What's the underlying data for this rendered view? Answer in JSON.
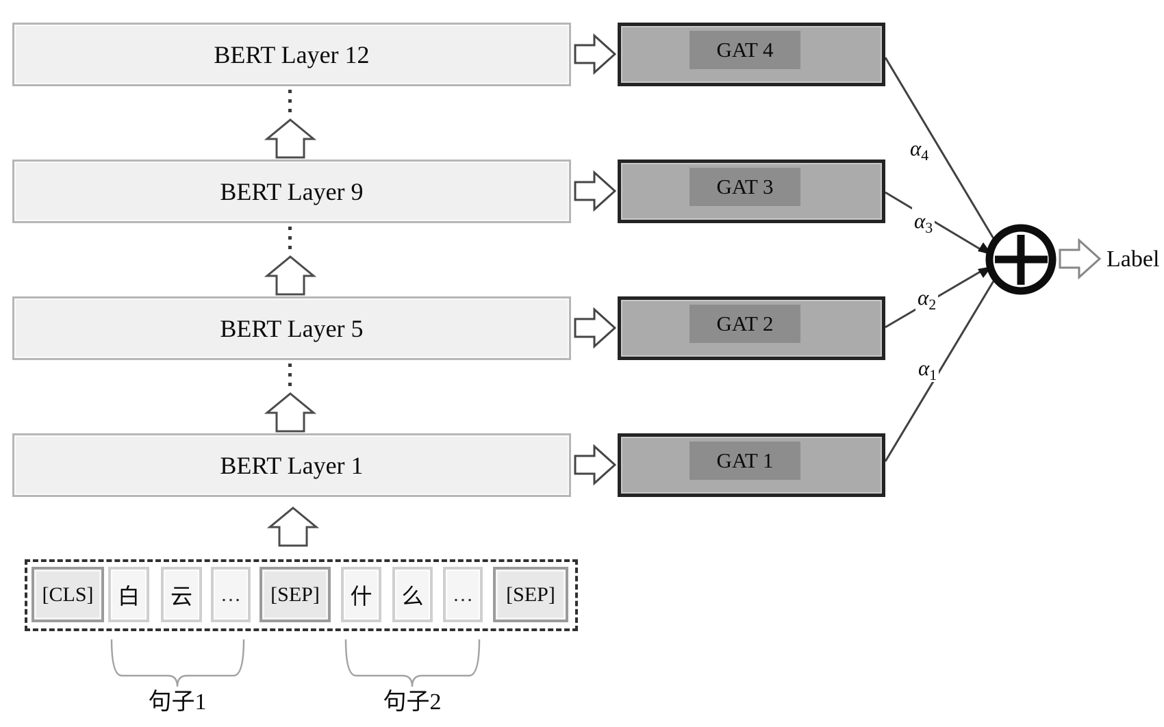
{
  "bert_column": {
    "layers": [
      {
        "label": "BERT Layer 12"
      },
      {
        "label": "BERT Layer 9"
      },
      {
        "label": "BERT Layer 5"
      },
      {
        "label": "BERT Layer 1"
      }
    ]
  },
  "gat_column": {
    "units": [
      {
        "label": "GAT 4"
      },
      {
        "label": "GAT 3"
      },
      {
        "label": "GAT 2"
      },
      {
        "label": "GAT 1"
      }
    ]
  },
  "attention_weights": [
    {
      "symbol": "α",
      "subscript": "4"
    },
    {
      "symbol": "α",
      "subscript": "3"
    },
    {
      "symbol": "α",
      "subscript": "2"
    },
    {
      "symbol": "α",
      "subscript": "1"
    }
  ],
  "aggregator": {
    "icon": "circled-plus"
  },
  "output": {
    "label": "Label"
  },
  "input_strip": {
    "tokens": [
      {
        "text": "[CLS]",
        "type": "special"
      },
      {
        "text": "白",
        "type": "char"
      },
      {
        "text": "云",
        "type": "char"
      },
      {
        "text": "…",
        "type": "ellipsis"
      },
      {
        "text": "[SEP]",
        "type": "special"
      },
      {
        "text": "什",
        "type": "char"
      },
      {
        "text": "么",
        "type": "char"
      },
      {
        "text": "…",
        "type": "ellipsis"
      },
      {
        "text": "[SEP]",
        "type": "special"
      }
    ],
    "sentence_labels": [
      {
        "label": "句子1"
      },
      {
        "label": "句子2"
      }
    ]
  },
  "colors": {
    "bert_fill": "#f0f0f0",
    "bert_border": "#b6b6b6",
    "gat_fill": "#ababab",
    "gat_border": "#242424",
    "gat_label_fill": "#8d8d8d",
    "connector_line": "#414141",
    "brace": "#a3a3a3",
    "sum_circle": "#0d0d0d"
  }
}
